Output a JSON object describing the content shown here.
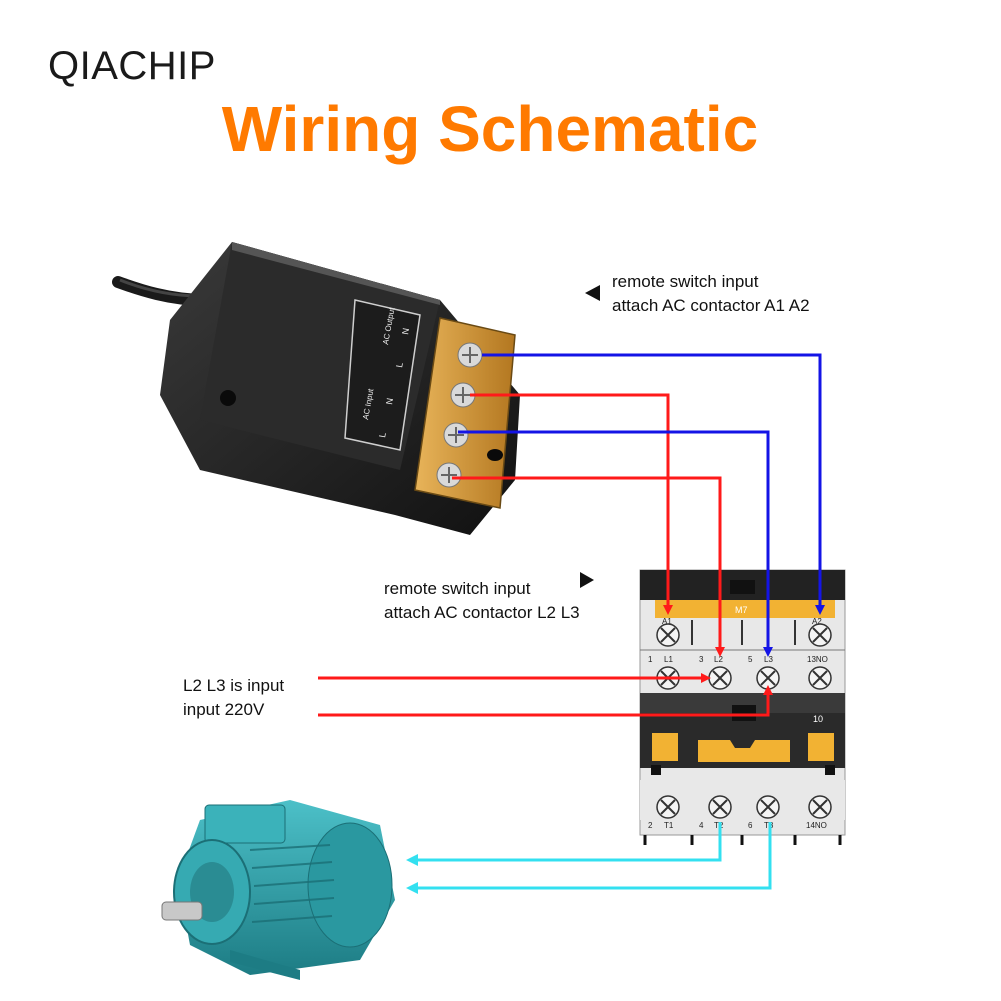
{
  "brand": "QIACHIP",
  "title": "Wiring Schematic",
  "notes": {
    "top_line1": "remote switch input",
    "top_line2": "attach AC contactor A1 A2",
    "mid_line1": "remote switch input",
    "mid_line2": "attach AC contactor L2 L3",
    "left_line1": "L2 L3 is input",
    "left_line2": "input 220V"
  },
  "receiver": {
    "label_ac_output": "AC Output",
    "label_ac_input": "AC Input",
    "terminal_n1": "N",
    "terminal_l1": "L",
    "terminal_n2": "N",
    "terminal_l2": "L"
  },
  "contactor": {
    "model": "M7",
    "a1": "A1",
    "a2": "A2",
    "top_row": [
      "1",
      "L1",
      "3",
      "L2",
      "5",
      "L3",
      "13NO"
    ],
    "bottom_row": [
      "2",
      "T1",
      "4",
      "T2",
      "6",
      "T3",
      "14NO"
    ],
    "aux": "10"
  },
  "colors": {
    "orange": "#ff7a00",
    "red_wire": "#ff1a1a",
    "blue_wire": "#1414e6",
    "cyan_wire": "#33e0f0",
    "motor": "#2fa0a8",
    "contactor_yellow": "#f2b233"
  }
}
